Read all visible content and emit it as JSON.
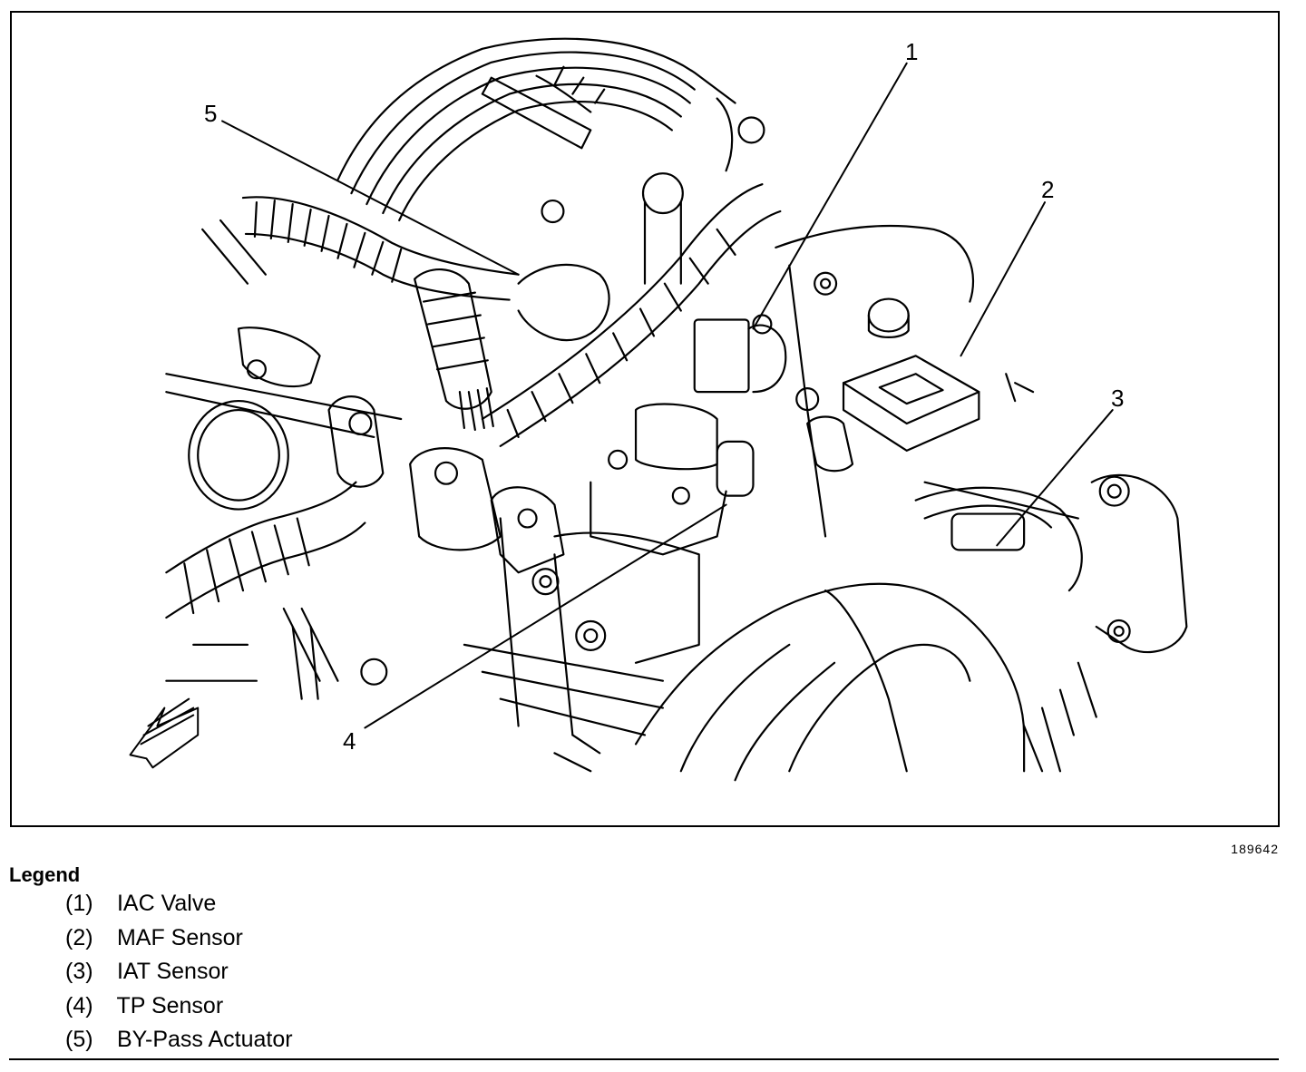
{
  "callouts": [
    {
      "id": 1,
      "label": "1"
    },
    {
      "id": 2,
      "label": "2"
    },
    {
      "id": 3,
      "label": "3"
    },
    {
      "id": 4,
      "label": "4"
    },
    {
      "id": 5,
      "label": "5"
    }
  ],
  "figure_id": "189642",
  "legend": {
    "title": "Legend",
    "items": [
      {
        "num": "(1)",
        "label": "IAC Valve"
      },
      {
        "num": "(2)",
        "label": "MAF Sensor"
      },
      {
        "num": "(3)",
        "label": "IAT Sensor"
      },
      {
        "num": "(4)",
        "label": "TP Sensor"
      },
      {
        "num": "(5)",
        "label": "BY-Pass Actuator"
      }
    ]
  },
  "icons": {
    "direction_arrow": "arrow-down-left-icon"
  }
}
